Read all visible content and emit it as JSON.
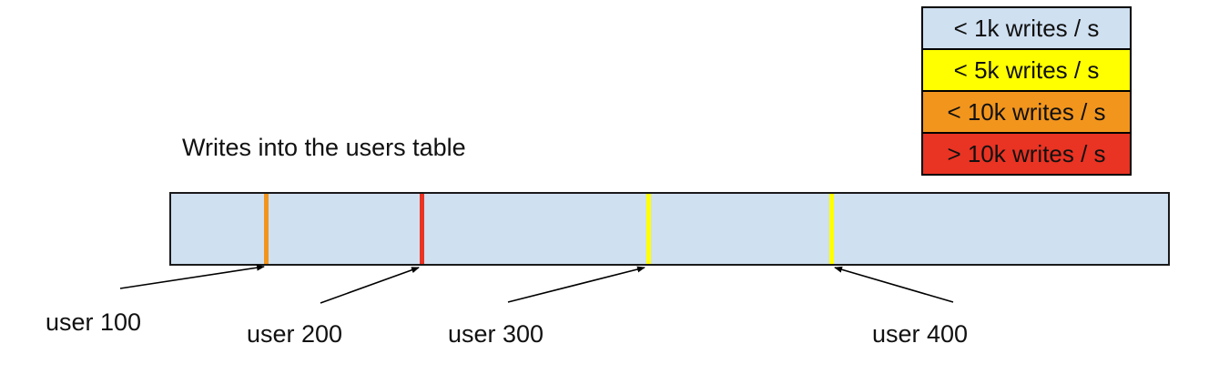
{
  "title": "Writes into the users table",
  "legend": {
    "items": [
      {
        "label": "< 1k writes / s",
        "color": "#cfe0f1"
      },
      {
        "label": "< 5k writes / s",
        "color": "#ffff00"
      },
      {
        "label": "< 10k writes / s",
        "color": "#f2951d"
      },
      {
        "label": "> 10k writes / s",
        "color": "#e93323"
      }
    ]
  },
  "bar": {
    "fill": "#cfe0f1",
    "fill_meaning": "< 1k writes / s",
    "markers": [
      {
        "user": "user 100",
        "color": "#f2951d",
        "rate_bucket": "< 10k writes / s"
      },
      {
        "user": "user 200",
        "color": "#e93323",
        "rate_bucket": "> 10k writes / s"
      },
      {
        "user": "user 300",
        "color": "#ffff00",
        "rate_bucket": "< 5k writes / s"
      },
      {
        "user": "user 400",
        "color": "#ffff00",
        "rate_bucket": "< 5k writes / s"
      }
    ]
  }
}
